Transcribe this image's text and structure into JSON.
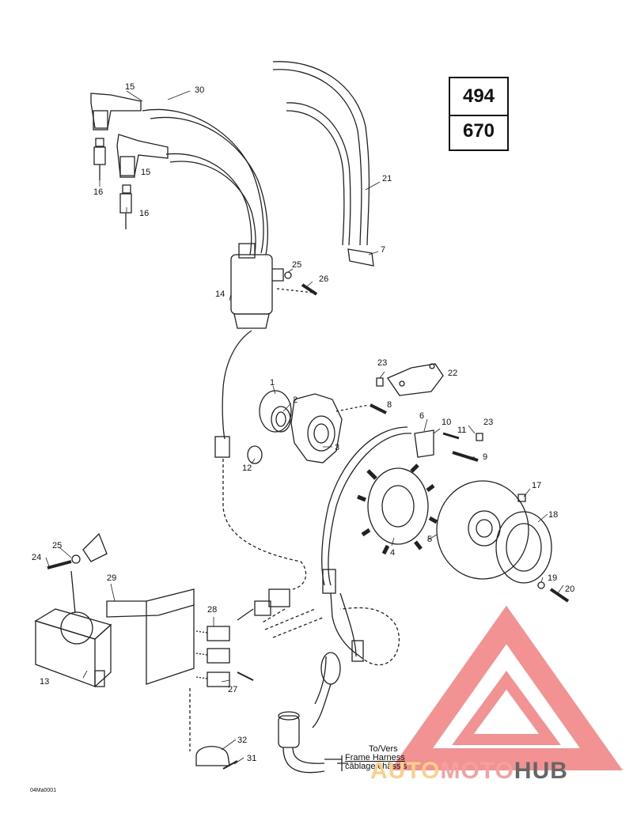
{
  "model_numbers": [
    "494",
    "670"
  ],
  "callouts": {
    "c1": "1",
    "c2": "2",
    "c3": "3",
    "c4": "4",
    "c5": "5",
    "c6": "6",
    "c7": "7",
    "c8": "8",
    "c9": "9",
    "c10": "10",
    "c11": "11",
    "c12": "12",
    "c13": "13",
    "c14": "14",
    "c15a": "15",
    "c15b": "15",
    "c16a": "16",
    "c16b": "16",
    "c17": "17",
    "c18": "18",
    "c19": "19",
    "c20": "20",
    "c21": "21",
    "c22": "22",
    "c23a": "23",
    "c23b": "23",
    "c24": "24",
    "c25a": "25",
    "c25b": "25",
    "c26": "26",
    "c27": "27",
    "c28": "28",
    "c29": "29",
    "c30": "30",
    "c31": "31",
    "c32": "32"
  },
  "caption": {
    "line1": "To/Vers",
    "line2": "Frame Harness",
    "line3": "câblage châssis"
  },
  "doc_id": "04Ma0001",
  "watermark": {
    "part1": "AUTO",
    "part2": "MOTO",
    "part3": "HUB"
  },
  "colors": {
    "line": "#222222",
    "watermark_red": "#f08080",
    "watermark_yellow": "#fbd08a",
    "watermark_grey": "#666666"
  }
}
